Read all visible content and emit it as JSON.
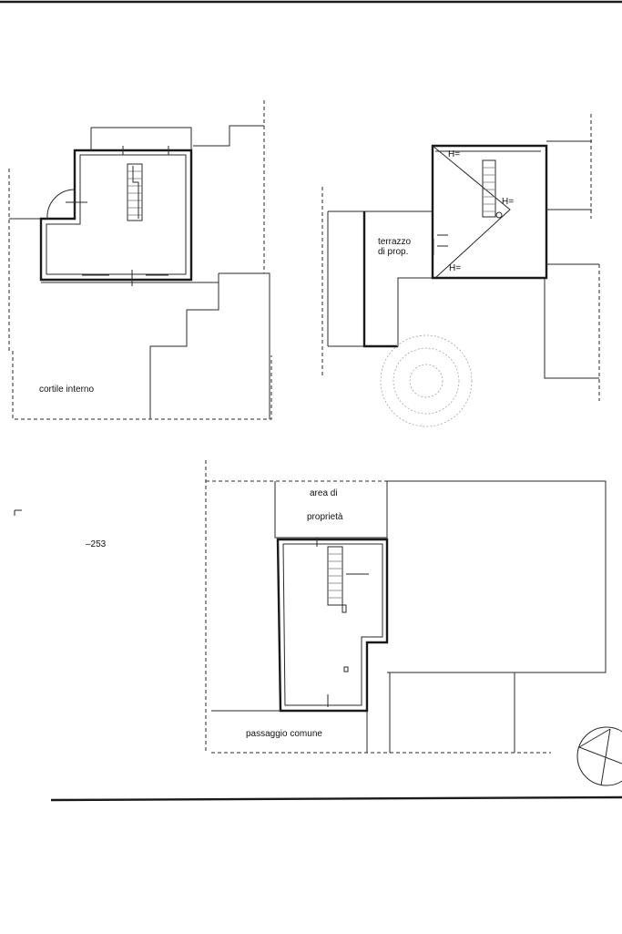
{
  "labels": {
    "cortile": "cortile interno",
    "terrazzo_1": "terrazzo",
    "terrazzo_2": "di prop.",
    "area_1": "area di",
    "area_2": "proprietà",
    "passaggio": "passaggio comune",
    "h1": "H=",
    "h2": "H=",
    "h3": "H=",
    "fragment": "–253"
  },
  "colors": {
    "ink": "#1a1a1a",
    "paper": "#ffffff",
    "stamp": "#999999"
  }
}
